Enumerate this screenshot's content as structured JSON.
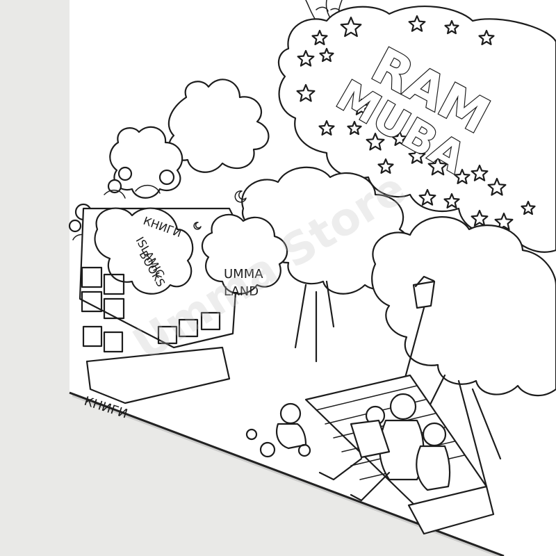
{
  "artwork": {
    "banner_line1": "RAM",
    "banner_line2": "MUBA",
    "kiosk_sign_1": "КНИГИ",
    "kiosk_sign_2": "ISLAMIC",
    "kiosk_sign_3": "BOOKS",
    "store_sign_1": "UMMA",
    "store_sign_2": "LAND",
    "bottom_sign": "КНИГИ",
    "watermark": "Umma Store"
  }
}
